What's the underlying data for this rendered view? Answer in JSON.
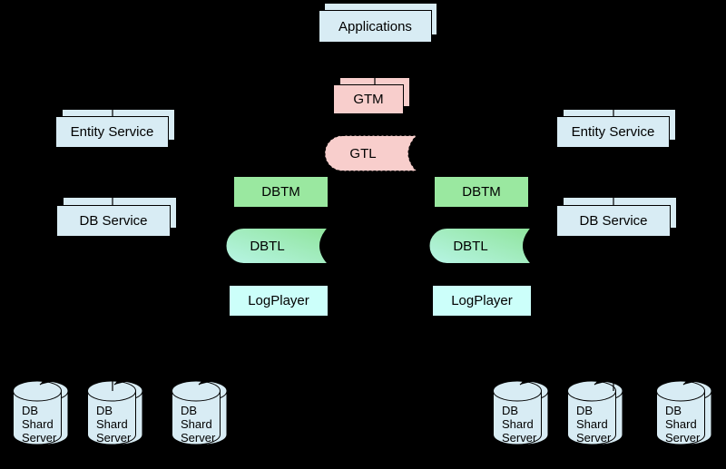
{
  "diagram": {
    "title_nodes": {
      "applications": "Applications",
      "gtm": "GTM",
      "gtl": "GTL",
      "entity_service_left": "Entity Service",
      "entity_service_right": "Entity Service",
      "db_service_left": "DB Service",
      "db_service_right": "DB Service",
      "dbtm_left": "DBTM",
      "dbtm_right": "DBTM",
      "dbtl_left": "DBTL",
      "dbtl_right": "DBTL",
      "logplayer_left": "LogPlayer",
      "logplayer_right": "LogPlayer"
    },
    "shard": {
      "line1": "DB",
      "line2": "Shard",
      "line3": "Server"
    },
    "shards": [
      {
        "line1": "DB",
        "line2": "Shard",
        "line3": "Server"
      },
      {
        "line1": "DB",
        "line2": "Shard",
        "line3": "Server"
      },
      {
        "line1": "DB",
        "line2": "Shard",
        "line3": "Server"
      },
      {
        "line1": "DB",
        "line2": "Shard",
        "line3": "Server"
      },
      {
        "line1": "DB",
        "line2": "Shard",
        "line3": "Server"
      },
      {
        "line1": "DB",
        "line2": "Shard",
        "line3": "Server"
      }
    ],
    "colors": {
      "background": "#000000",
      "light_blue": "#d8ecf4",
      "pink": "#f8cecc",
      "green": "#9ae8a0",
      "cyan": "#ccfffa",
      "dbtl_gradient_from": "#b8f5e6",
      "dbtl_gradient_to": "#8fe49c",
      "stroke": "#000000"
    }
  }
}
